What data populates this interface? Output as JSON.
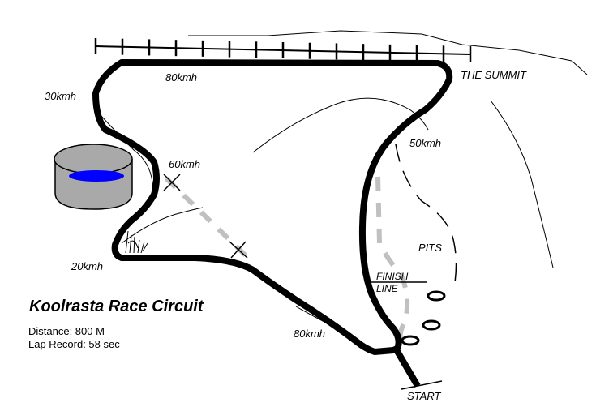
{
  "title": "Koolrasta Race Circuit",
  "stats": {
    "distance": "Distance:  800 M",
    "lap_record": "Lap Record: 58 sec"
  },
  "labels": {
    "summit": "THE SUMMIT",
    "speed_80_top": "80kmh",
    "speed_30": "30kmh",
    "speed_60": "60kmh",
    "speed_50": "50kmh",
    "speed_20": "20kmh",
    "speed_80_bottom": "80kmh",
    "pits": "PITS",
    "finish": "FINISH",
    "line": "LINE",
    "start": "START"
  },
  "colors": {
    "track": "#000000",
    "dashed_route": "#c0c0c0",
    "water": "#0000ff",
    "tank": "#a9a9a9"
  }
}
